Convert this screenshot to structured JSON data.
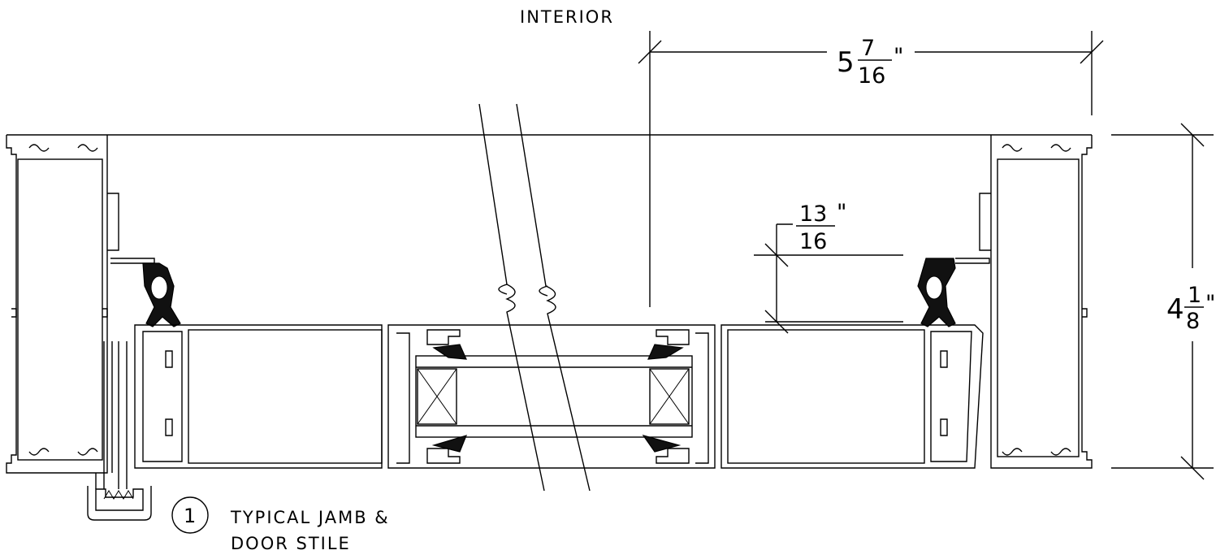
{
  "labels": {
    "interior": "INTERIOR",
    "callout_number": "1",
    "callout_line1": "TYPICAL JAMB &",
    "callout_line2": "DOOR STILE"
  },
  "dimensions": {
    "overall_width": {
      "whole": "5",
      "num": "7",
      "den": "16",
      "unit": "\""
    },
    "depth": {
      "whole": "4",
      "num": "1",
      "den": "8",
      "unit": "\""
    },
    "offset": {
      "num": "13",
      "den": "16",
      "unit": "\""
    }
  },
  "colors": {
    "line": "#000000",
    "background": "#ffffff"
  }
}
